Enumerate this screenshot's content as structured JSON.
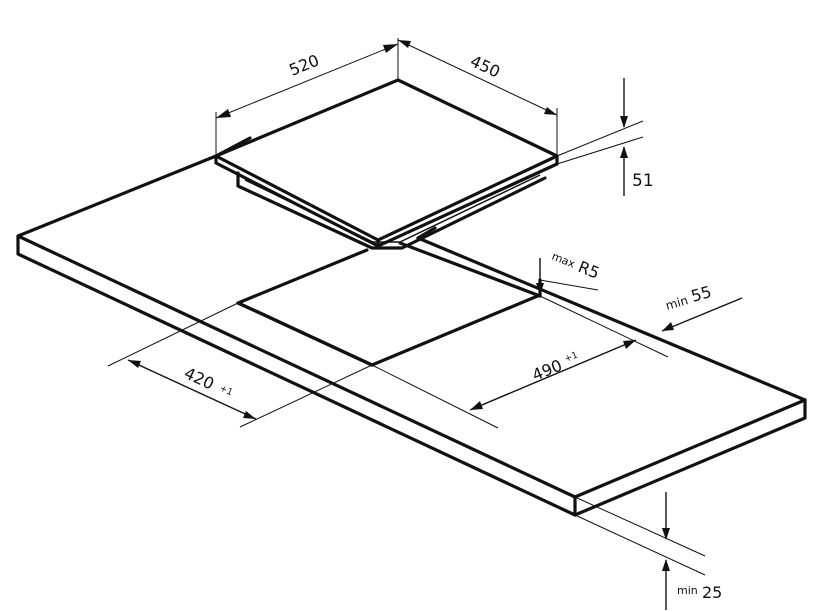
{
  "dimensions": {
    "hob_width": "520",
    "hob_depth": "450",
    "hob_height": "51",
    "cutout_width": "420",
    "cutout_width_tol": "+1",
    "cutout_depth": "490",
    "cutout_depth_tol": "+1",
    "corner_radius_prefix": "max",
    "corner_radius": "R5",
    "edge_distance_prefix": "min",
    "edge_distance": "55",
    "worktop_prefix": "min",
    "worktop_thickness": "25"
  }
}
